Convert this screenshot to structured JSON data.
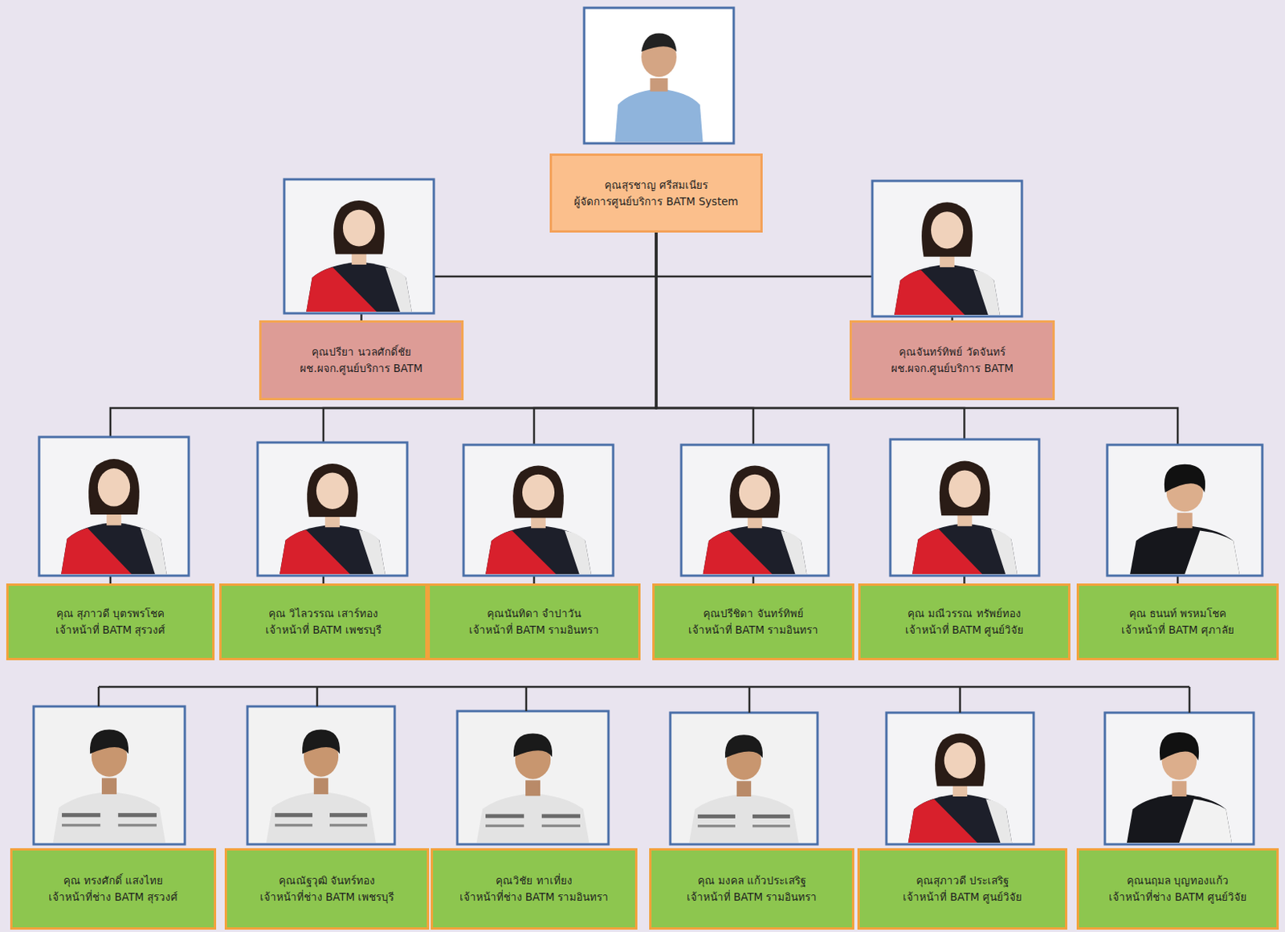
{
  "diagram": {
    "nodes": [
      {
        "text": [
          "คุณสุรชาญ ศรีสมเนียร",
          "ผู้จัดการศูนย์บริการ BATM System"
        ]
      },
      {
        "text": [
          "คุณปรียา นวลศักดิ์ชัย",
          "ผช.ผจก.ศูนย์บริการ BATM"
        ]
      },
      {
        "text": [
          "คุณจันทร์ทิพย์ วัดจันทร์",
          "ผช.ผจก.ศูนย์บริการ BATM"
        ]
      },
      {
        "text": [
          "คุณ สุภาวดี บุตรพรโชค",
          "เจ้าหน้าที่ BATM สุรวงศ์"
        ]
      },
      {
        "text": [
          "คุณ วิไลวรรณ เสาร์ทอง",
          "เจ้าหน้าที่ BATM เพชรบุรี"
        ]
      },
      {
        "text": [
          "คุณนันทิดา จำปาวัน",
          "เจ้าหน้าที่ BATM รามอินทรา"
        ]
      },
      {
        "text": [
          "คุณปรีชิดา จันทร์ทิพย์",
          "เจ้าหน้าที่ BATM รามอินทรา"
        ]
      },
      {
        "text": [
          "คุณ มณีวรรณ ทรัพย์ทอง",
          "เจ้าหน้าที่ BATM ศูนย์วิจัย"
        ]
      },
      {
        "text": [
          "คุณ ธนนท์ พรหมโชค",
          "เจ้าหน้าที่ BATM ศุภาลัย"
        ]
      },
      {
        "text": [
          "คุณ ทรงศักดิ์ แสงไทย",
          "เจ้าหน้าที่ช่าง BATM สุรวงศ์"
        ]
      },
      {
        "text": [
          "คุณณัฐวุฒิ จันทร์ทอง",
          "เจ้าหน้าที่ช่าง BATM เพชรบุรี"
        ]
      },
      {
        "text": [
          "คุณวิชัย ทาเที่ยง",
          "เจ้าหน้าที่ช่าง BATM รามอินทรา"
        ]
      },
      {
        "text": [
          "คุณ มงคล แก้วประเสริฐ",
          "เจ้าหน้าที่ BATM รามอินทรา"
        ]
      },
      {
        "text": [
          "คุณสุภาวดี ประเสริฐ",
          "เจ้าหน้าที่ BATM ศูนย์วิจัย"
        ]
      },
      {
        "text": [
          "คุณนฤมล บุญทองแก้ว",
          "เจ้าหน้าที่ช่าง BATM ศูนย์วิจัย"
        ]
      }
    ],
    "edges": [
      {
        "from": 0,
        "to": 1,
        "arrow": "none"
      },
      {
        "from": 0,
        "to": 2,
        "arrow": "none"
      },
      {
        "from": 0,
        "to": 3,
        "arrow": "none"
      },
      {
        "from": 0,
        "to": 4,
        "arrow": "none"
      },
      {
        "from": 0,
        "to": 5,
        "arrow": "none"
      },
      {
        "from": 0,
        "to": 6,
        "arrow": "none"
      },
      {
        "from": 0,
        "to": 7,
        "arrow": "none"
      },
      {
        "from": 0,
        "to": 8,
        "arrow": "none"
      }
    ]
  }
}
